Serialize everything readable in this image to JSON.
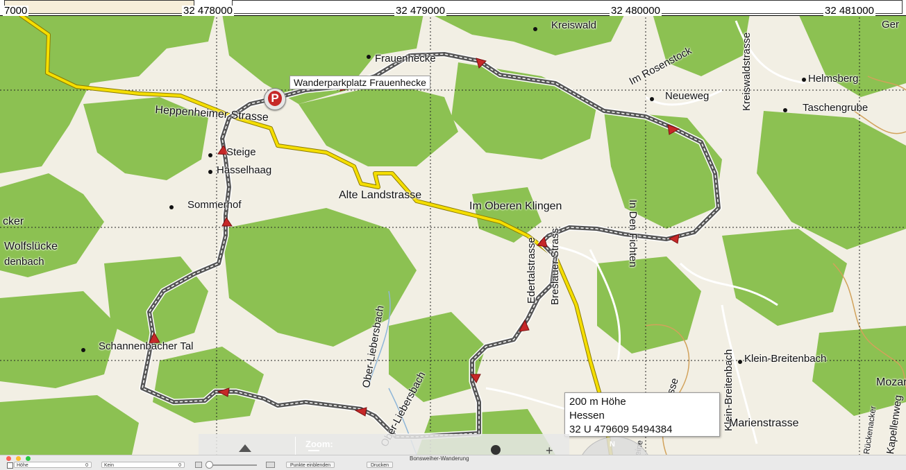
{
  "window": {
    "title": "Bonsweiher-Wanderung"
  },
  "colors": {
    "forest": "#8cc152",
    "open_land": "#f2efe4",
    "track": "#555555",
    "road_yellow": "#f5de00",
    "arrow": "#c62828",
    "parking": "#c62828",
    "contour": "#d2a25b",
    "water": "#8fb6d8"
  },
  "grid": {
    "top_coordinates": [
      "7000",
      "32 478000",
      "32 479000",
      "32 480000",
      "32 481000"
    ]
  },
  "map_labels": {
    "kreiswald": "Kreiswald",
    "im_rosenstock": "Im Rosenstock",
    "kreiswaldstrasse": "Kreiswaldstrasse",
    "helmsberg": "Helmsberg",
    "neueweg": "Neueweg",
    "taschengrube": "Taschengrube",
    "frauenhecke": "Frauenhecke",
    "heppenheimer_strasse": "Heppenheimer Strasse",
    "steige": "Steige",
    "hasselhaag": "Hasselhaag",
    "sommerhof": "Sommerhof",
    "alte_landstrasse": "Alte Landstrasse",
    "im_oberen_klingen": "Im Oberen Klingen",
    "in_den_fichten": "In Den Fichten",
    "edertalstrasse": "Edertalstrasse",
    "breslauer_strasse": "Breslauer Strass",
    "ober_liebersbach": "Ober-Liebersbach",
    "ober_liebersbach2": "Ober-Liebersbach",
    "schannenbacher_tal": "Schannenbacher Tal",
    "wolfsluecke": "Wolfslücke",
    "denbach": "denbach",
    "cker": "cker",
    "klein_breitenbach": "Klein-Breitenbach",
    "klein_breitenbach_v": "Klein-Breitenbach",
    "marienstrasse": "Marienstrasse",
    "mozar": "Mozar",
    "kapellenweg": "Kapellenweg",
    "rueckenacker": "Rückenacker",
    "ger": "Ger",
    "strasse_partial": "Strasse",
    "eine": "eine"
  },
  "waypoint": {
    "parking_icon": "parking-icon",
    "parking_letter": "P",
    "label": "Wanderparkplatz Frauenhecke"
  },
  "info_popup": {
    "elevation": "200 m Höhe",
    "region": "Hessen",
    "utm": "32 U 479609 5494384"
  },
  "controls": {
    "zoom_label": "Zoom:",
    "zoom_minus": "—",
    "zoom_plus": "+",
    "compass_n": "N"
  },
  "status_bar": {
    "hoehe_label": "Höhe",
    "hoehe_value": "0",
    "kein_label": "Kein",
    "kein_value": "0",
    "punkte_button": "Punkte einblenden",
    "drucken_button": "Drucken"
  }
}
